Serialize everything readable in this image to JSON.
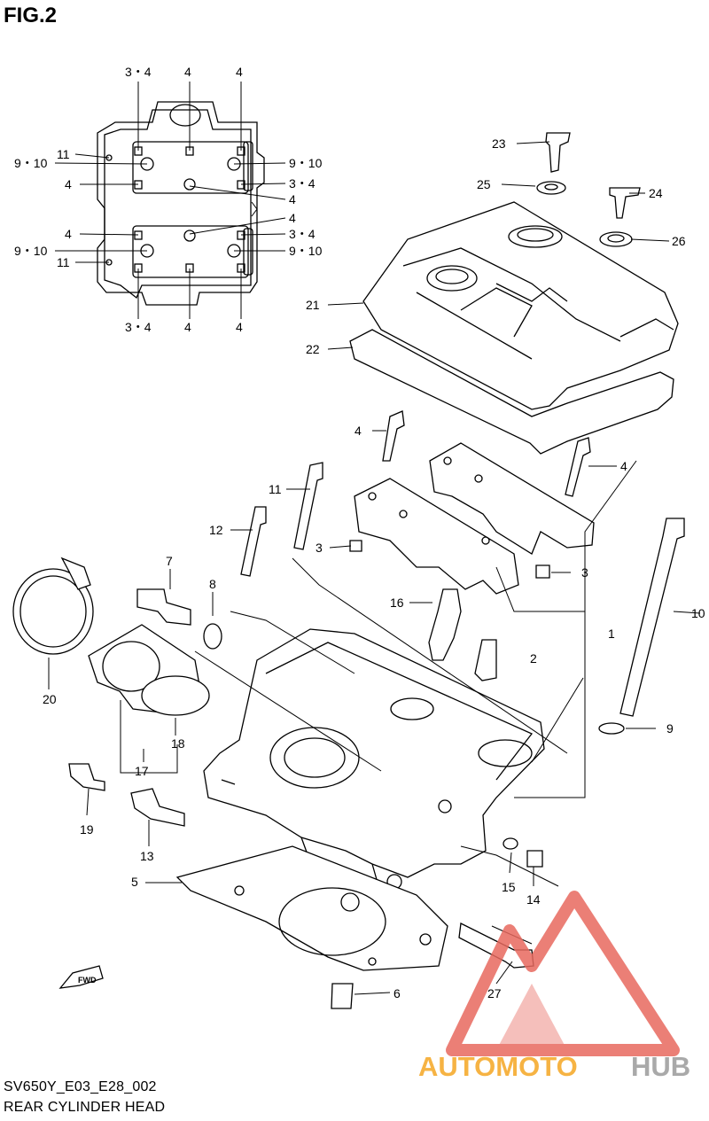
{
  "figure": {
    "title": "FIG.2",
    "model": "SV650Y_E03_E28_002",
    "name": "REAR CYLINDER HEAD"
  },
  "colors": {
    "line": "#000000",
    "watermark_red": "#e8695f",
    "watermark_orange": "#f5a623",
    "watermark_gray": "#9b9b9b"
  },
  "watermark": {
    "part1": "AUTOMOTO",
    "part2": "HUB"
  },
  "fwd_label": "FWD",
  "tightening_diagram": {
    "top_labels": [
      "3・4",
      "4",
      "4"
    ],
    "bottom_labels": [
      "3・4",
      "4",
      "4"
    ],
    "left_labels": [
      "11",
      "9・10",
      "4",
      "4",
      "9・10",
      "11"
    ],
    "right_labels": [
      "9・10",
      "3・4",
      "4",
      "4",
      "3・4",
      "9・10"
    ]
  },
  "callouts": {
    "c1": "1",
    "c2": "2",
    "c3a": "3",
    "c3b": "3",
    "c4a": "4",
    "c4b": "4",
    "c5": "5",
    "c6": "6",
    "c7": "7",
    "c8": "8",
    "c9": "9",
    "c10": "10",
    "c11": "11",
    "c12": "12",
    "c13": "13",
    "c14": "14",
    "c15": "15",
    "c16": "16",
    "c17": "17",
    "c18": "18",
    "c19": "19",
    "c20": "20",
    "c21": "21",
    "c22": "22",
    "c23": "23",
    "c24": "24",
    "c25": "25",
    "c26": "26",
    "c27": "27"
  }
}
